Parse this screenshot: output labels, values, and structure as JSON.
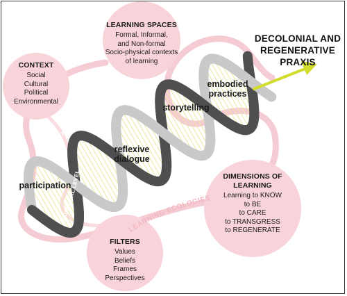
{
  "praxis": {
    "line1": "DECOLONIAL AND",
    "line2": "REGENERATIVE PRAXIS"
  },
  "learning_spaces": {
    "heading": "LEARNING SPACES",
    "lines": [
      "Formal, Informal,",
      "and Non-formal",
      "Socio-physical contexts",
      "of learning"
    ]
  },
  "context": {
    "heading": "CONTEXT",
    "lines": [
      "Social",
      "Cultural",
      "Political",
      "Environmental"
    ]
  },
  "dimensions": {
    "heading_line1": "DIMENSIONS OF",
    "heading_line2": "LEARNING",
    "lines": [
      "Learning to KNOW",
      "to BE",
      "to CARE",
      "to TRANSGRESS",
      "to REGENERATE"
    ]
  },
  "filters": {
    "heading": "FILTERS",
    "lines": [
      "Values",
      "Beliefs",
      "Frames",
      "Perspectives"
    ]
  },
  "stages": {
    "participation": "participation",
    "reflexive_1": "reflexive",
    "reflexive_2": "dialogue",
    "storytelling": "storytelling",
    "embodied_1": "embodied",
    "embodied_2": "practices"
  },
  "helix_labels": {
    "collective": "COLLECTIVE LEVEL",
    "individual": "INDIVIDUAL LEVEL"
  },
  "ecologies_label": "LEARNING ECOLOGIES",
  "colors": {
    "circle_fill": "#f8d3da",
    "ribbon": "#f5c3cc",
    "strand_dark": "#4f4f4f",
    "strand_light": "#c9c9c9",
    "rungs": "#ece8a2",
    "arrow": "#d2dc2a"
  }
}
